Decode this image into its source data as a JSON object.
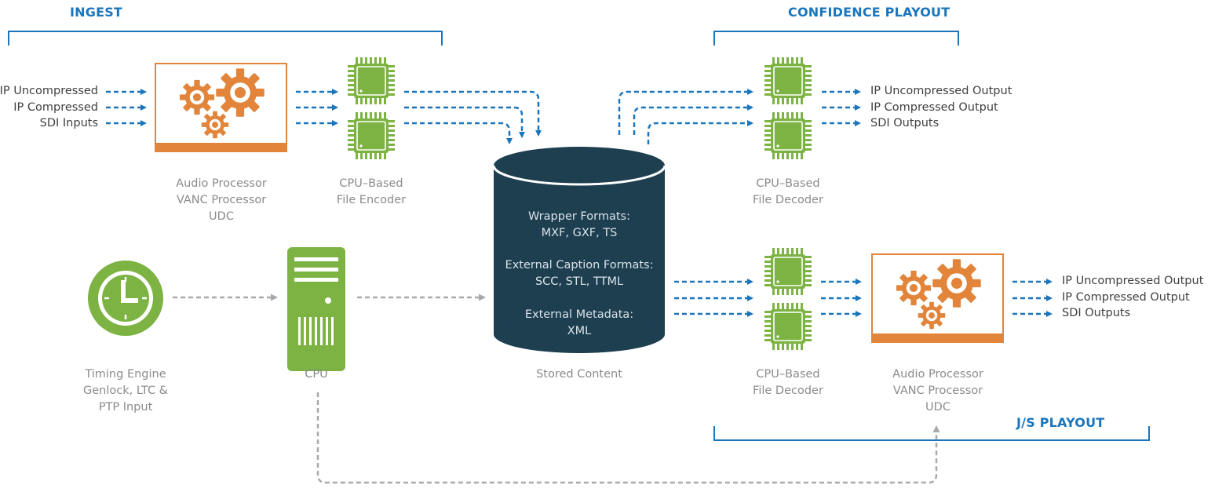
{
  "sections": {
    "ingest": "INGEST",
    "confidence": "CONFIDENCE PLAYOUT",
    "js": "J/S PLAYOUT"
  },
  "inputs_left": [
    "IP Uncompressed",
    "IP Compressed",
    "SDI Inputs"
  ],
  "outputs_confidence": [
    "IP Uncompressed Output",
    "IP Compressed Output",
    "SDI Outputs"
  ],
  "outputs_js": [
    "IP Uncompressed Output",
    "IP Compressed Output",
    "SDI Outputs"
  ],
  "labels": {
    "audio_processor_top": [
      "Audio Processor",
      "VANC Processor",
      "UDC"
    ],
    "file_encoder": [
      "CPU–Based",
      "File Encoder"
    ],
    "file_decoder_top": [
      "CPU–Based",
      "File Decoder"
    ],
    "timing_engine": [
      "Timing Engine",
      "Genlock, LTC &",
      "PTP Input"
    ],
    "cpu": "CPU",
    "stored_content": "Stored Content",
    "file_decoder_bottom": [
      "CPU–Based",
      "File Decoder"
    ],
    "audio_processor_bottom": [
      "Audio Processor",
      "VANC Processor",
      "UDC"
    ]
  },
  "database": {
    "wrapper_title": "Wrapper Formats:",
    "wrapper_value": "MXF, GXF, TS",
    "caption_title": "External Caption Formats:",
    "caption_value": "SCC, STL, TTML",
    "metadata_title": "External Metadata:",
    "metadata_value": "XML"
  },
  "colors": {
    "blue": "#1a75bb",
    "orange": "#e2853a",
    "green": "#7cb342",
    "navy": "#1d3f50",
    "gray": "#a9a9a9"
  },
  "icons": [
    "gears-icon",
    "chip-icon",
    "clock-icon",
    "server-icon",
    "database-icon"
  ]
}
